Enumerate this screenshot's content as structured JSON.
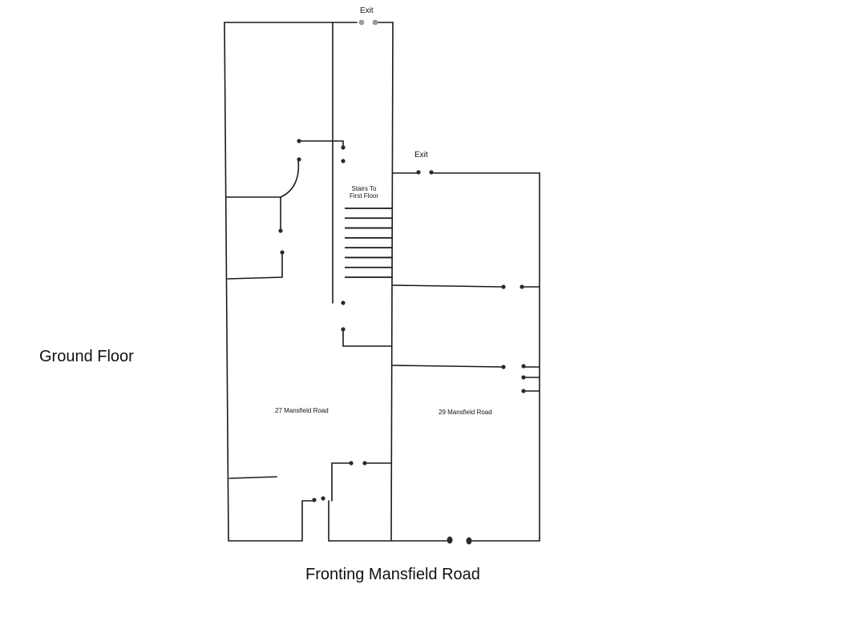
{
  "labels": {
    "ground_floor": "Ground Floor",
    "fronting": "Fronting Mansfield Road",
    "exit_top": "Exit",
    "exit_right": "Exit",
    "stairs_line1": "Stairs To",
    "stairs_line2": "First Floor",
    "unit_27": "27 Mansfield Road",
    "unit_29": "29 Mansfield Road"
  },
  "stair_treads": 8
}
